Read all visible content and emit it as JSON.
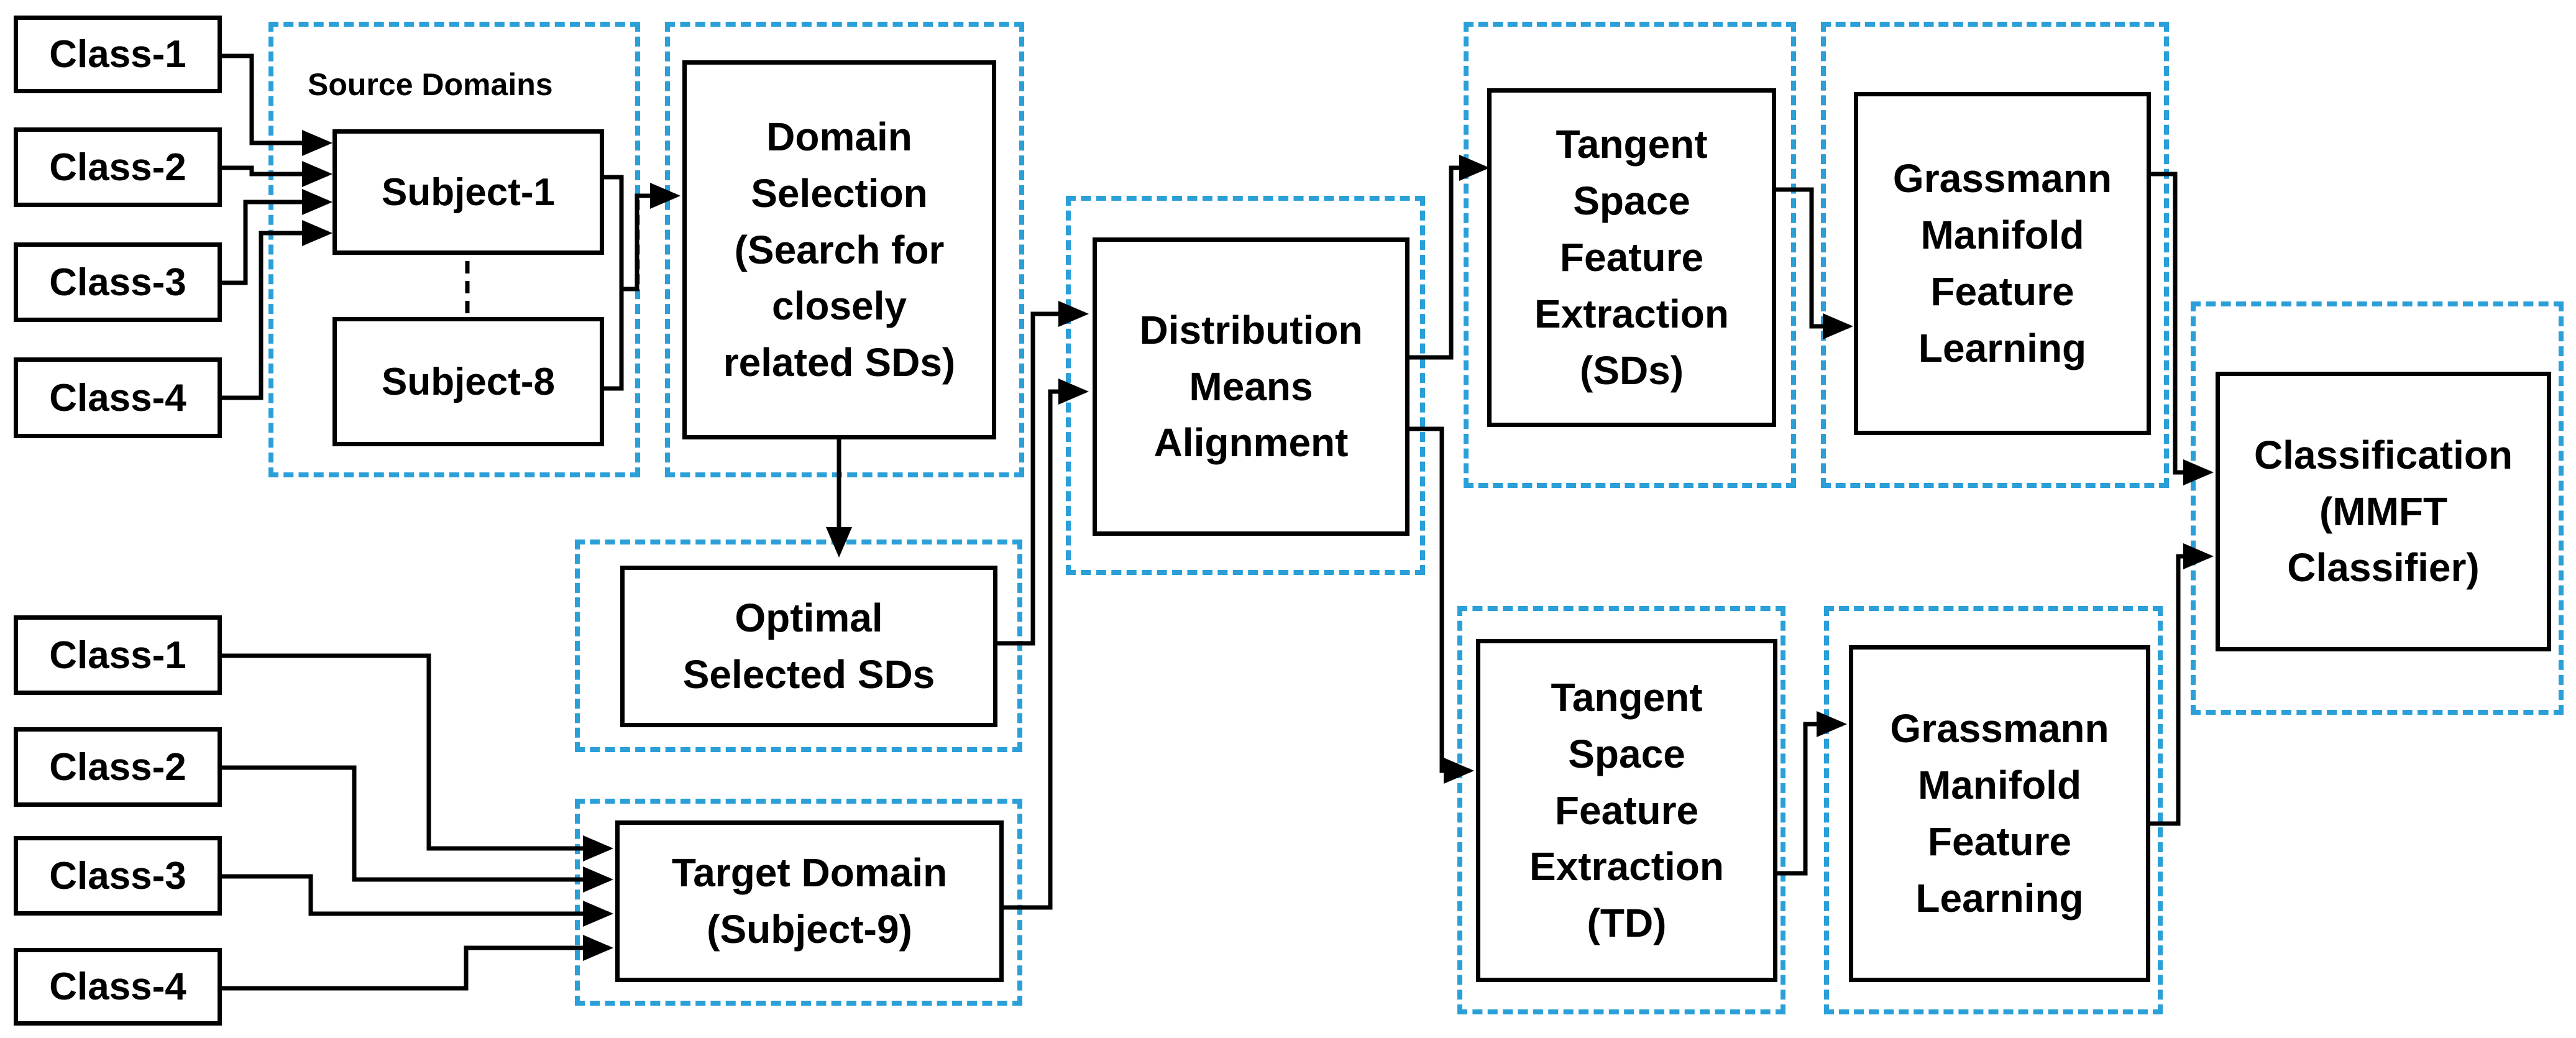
{
  "source_classes": [
    "Class-1",
    "Class-2",
    "Class-3",
    "Class-4"
  ],
  "target_classes": [
    "Class-1",
    "Class-2",
    "Class-3",
    "Class-4"
  ],
  "source_domains": {
    "label": "Source Domains",
    "subject_first": "Subject-1",
    "subject_last": "Subject-8"
  },
  "domain_selection": "Domain\nSelection\n(Search for\nclosely\nrelated SDs)",
  "optimal_selected": "Optimal\nSelected SDs",
  "target_domain": "Target Domain\n(Subject-9)",
  "distribution_alignment": "Distribution\nMeans\nAlignment",
  "tangent_sd": "Tangent\nSpace\nFeature\nExtraction\n(SDs)",
  "tangent_td": "Tangent\nSpace\nFeature\nExtraction\n(TD)",
  "grassmann_top": "Grassmann\nManifold\nFeature\nLearning",
  "grassmann_bottom": "Grassmann\nManifold\nFeature\nLearning",
  "classification": "Classification\n(MMFT\nClassifier)",
  "colors": {
    "group_border": "#2a9fd8",
    "box_border": "#000000",
    "connector": "#000000"
  }
}
